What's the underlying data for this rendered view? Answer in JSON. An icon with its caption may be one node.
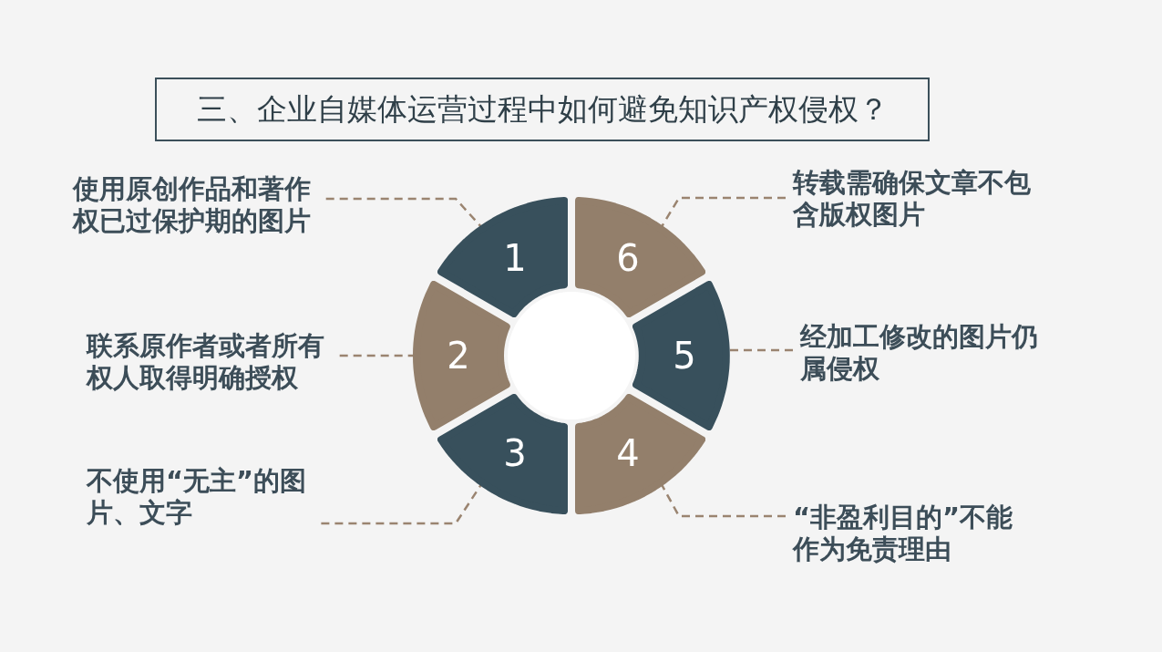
{
  "diagram": {
    "title": "三、企业自媒体运营过程中如何避免知识产权侵权？",
    "nodes": [
      {
        "text": [
          "1"
        ]
      },
      {
        "text": [
          "2"
        ]
      },
      {
        "text": [
          "3"
        ]
      },
      {
        "text": [
          "4"
        ]
      },
      {
        "text": [
          "5"
        ]
      },
      {
        "text": [
          "6"
        ]
      },
      {
        "text": [
          "使用原创作品和著作权已过保护期的图片"
        ]
      },
      {
        "text": [
          "联系原作者或者所有权人取得明确授权"
        ]
      },
      {
        "text": [
          "不使用“无主”的图片、文字"
        ]
      },
      {
        "text": [
          "转载需确保文章不包含版权图片"
        ]
      },
      {
        "text": [
          "经加工修改的图片仍属侵权"
        ]
      },
      {
        "text": [
          "“非盈利目的”不能作为免责理由"
        ]
      },
      {
        "text": [],
        "shape": "circle"
      }
    ],
    "edges": [
      {
        "from": 6,
        "to": 0,
        "arrow": "none",
        "style": "dashed"
      },
      {
        "from": 7,
        "to": 1,
        "arrow": "none",
        "style": "dashed"
      },
      {
        "from": 8,
        "to": 2,
        "arrow": "none",
        "style": "dashed"
      },
      {
        "from": 9,
        "to": 5,
        "arrow": "none",
        "style": "dashed"
      },
      {
        "from": 10,
        "to": 4,
        "arrow": "none",
        "style": "dashed"
      },
      {
        "from": 11,
        "to": 3,
        "arrow": "none",
        "style": "dashed"
      }
    ]
  }
}
